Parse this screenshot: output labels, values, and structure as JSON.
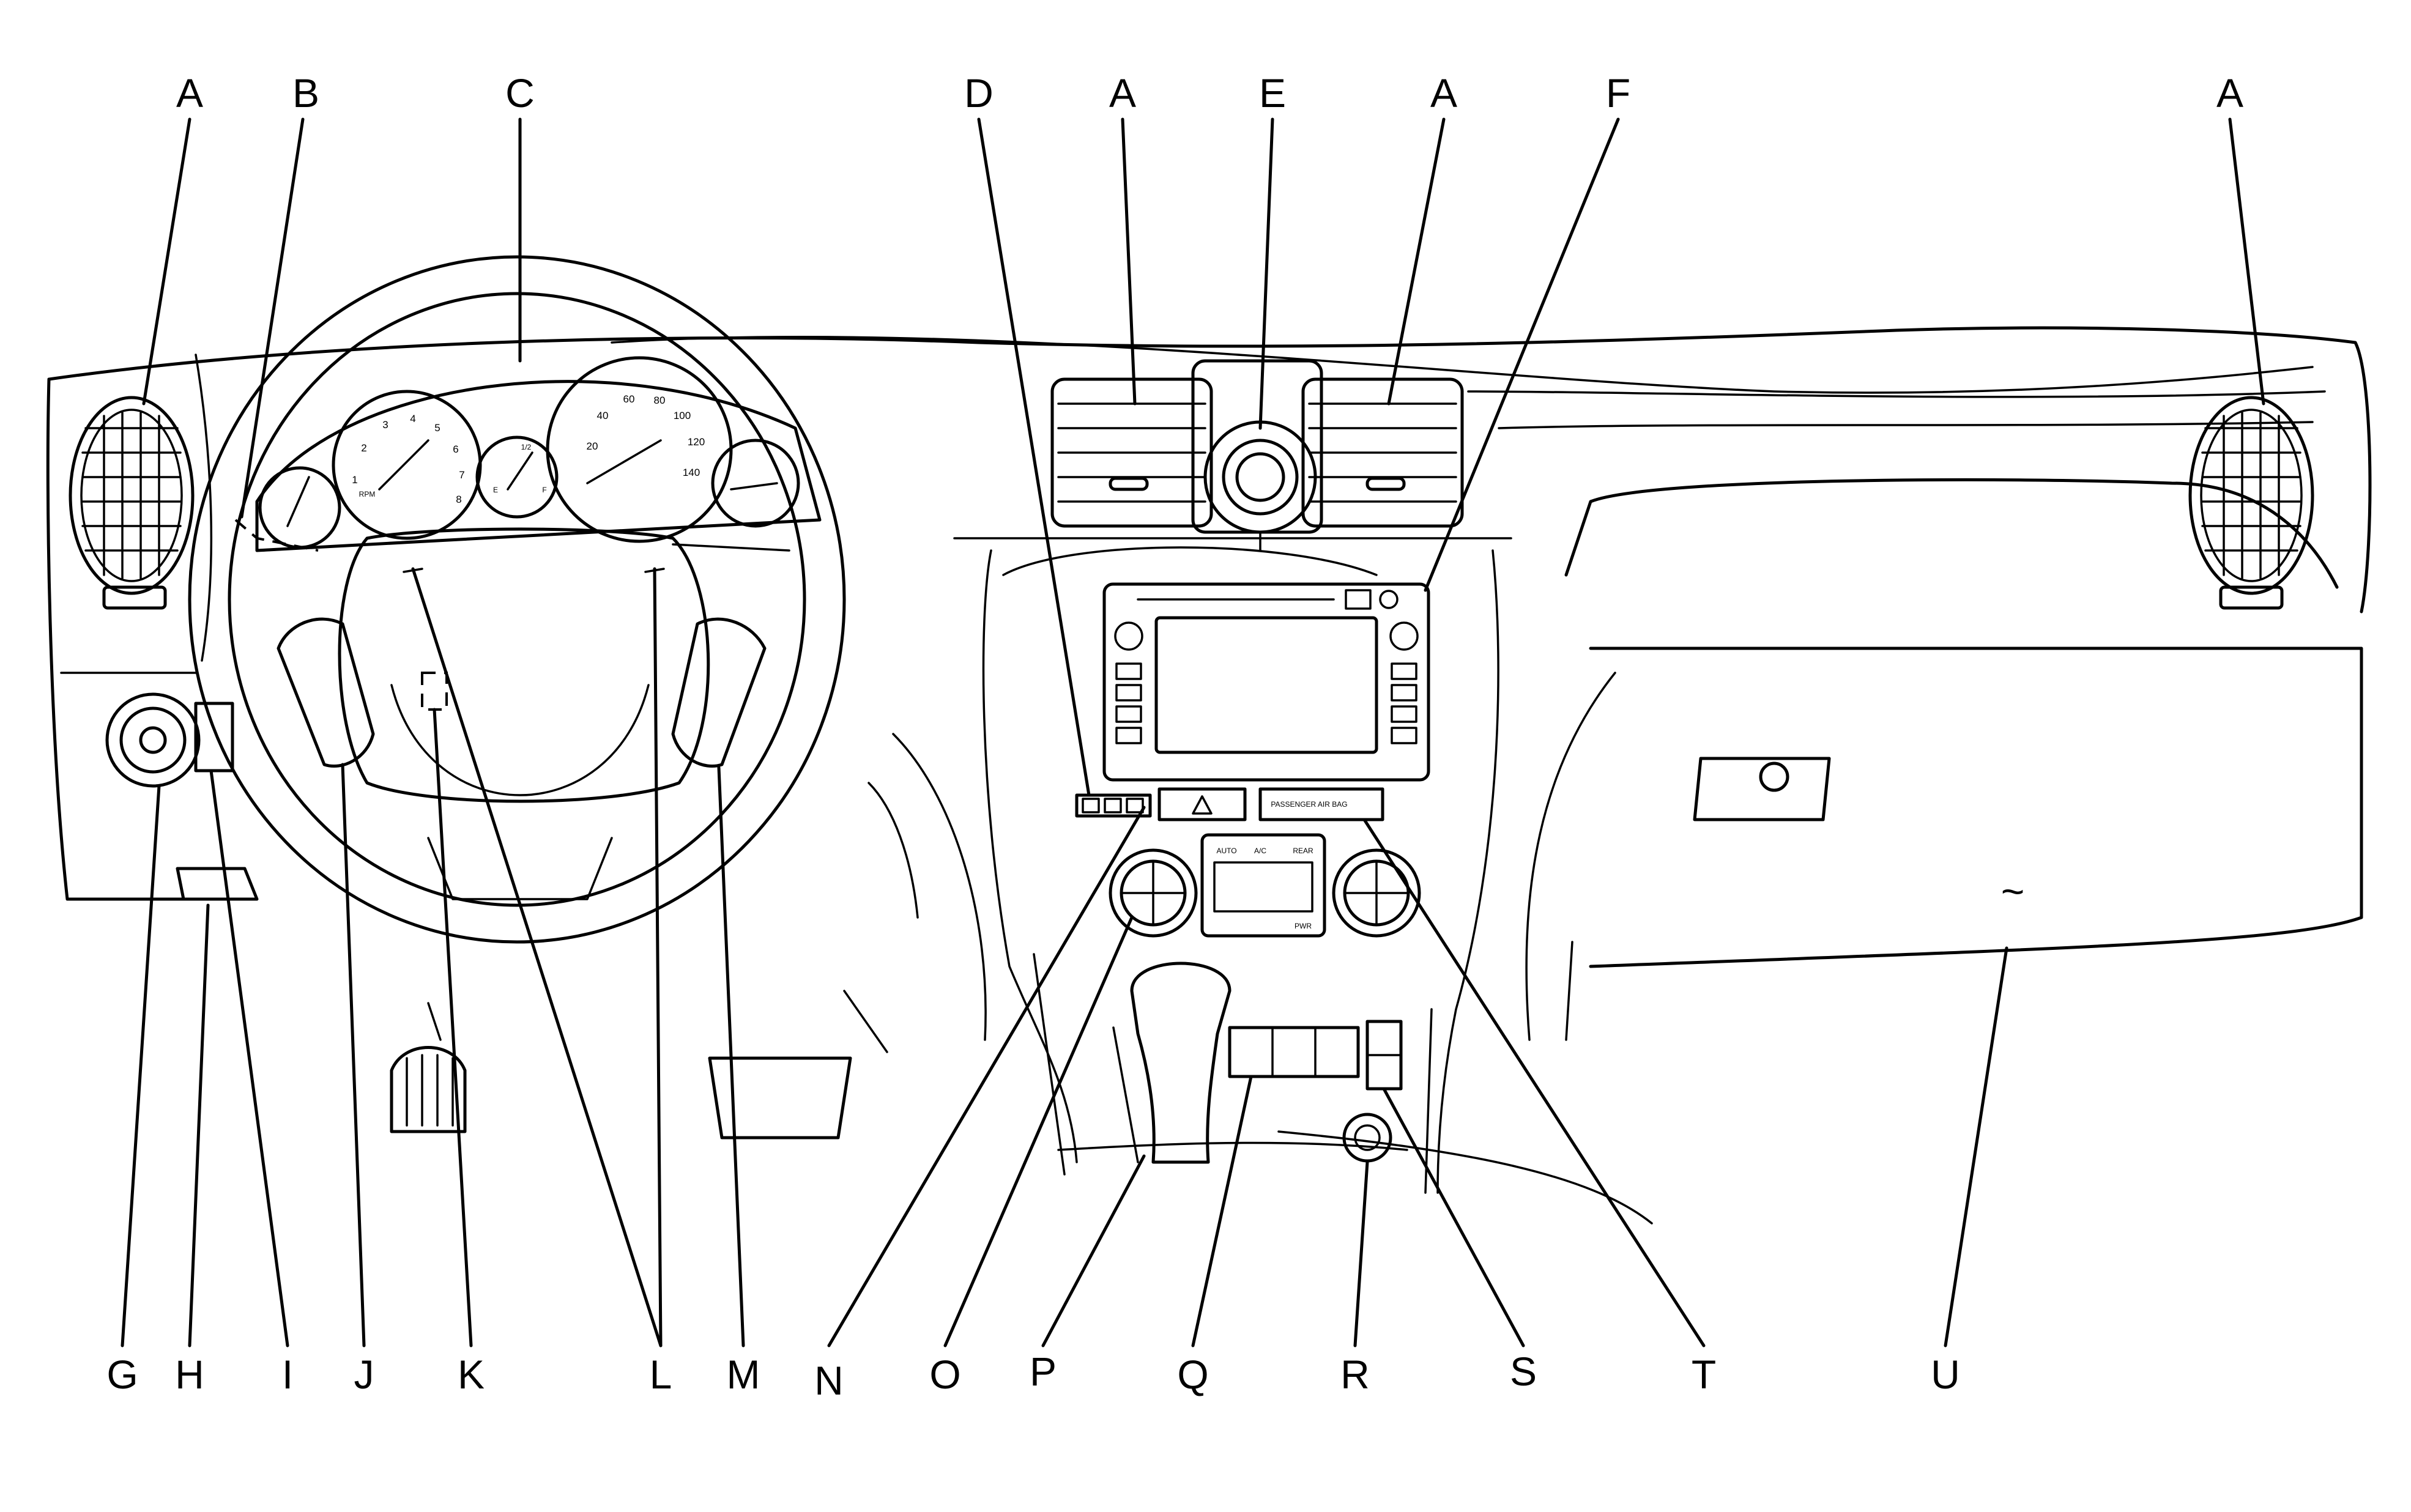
{
  "callouts_top": [
    "A",
    "B",
    "C",
    "D",
    "A",
    "E",
    "A",
    "F",
    "A"
  ],
  "callouts_bottom": [
    "G",
    "H",
    "I",
    "J",
    "K",
    "L",
    "M",
    "N",
    "O",
    "P",
    "Q",
    "R",
    "S",
    "T",
    "U"
  ],
  "speedometer_ticks": [
    "20",
    "40",
    "60",
    "80",
    "100",
    "120",
    "140"
  ],
  "tachometer_ticks": [
    "1",
    "2",
    "3",
    "4",
    "5",
    "6",
    "7",
    "8"
  ],
  "tachometer_label": "RPM",
  "fuel_gauge": {
    "value": "1/2",
    "empty": "E",
    "full": "F"
  },
  "passenger_airbag_label": "PASSENGER AIR BAG",
  "climate_labels": [
    "AUTO",
    "A/C",
    "REAR",
    "PWR"
  ],
  "glovebox_symbol": "~"
}
